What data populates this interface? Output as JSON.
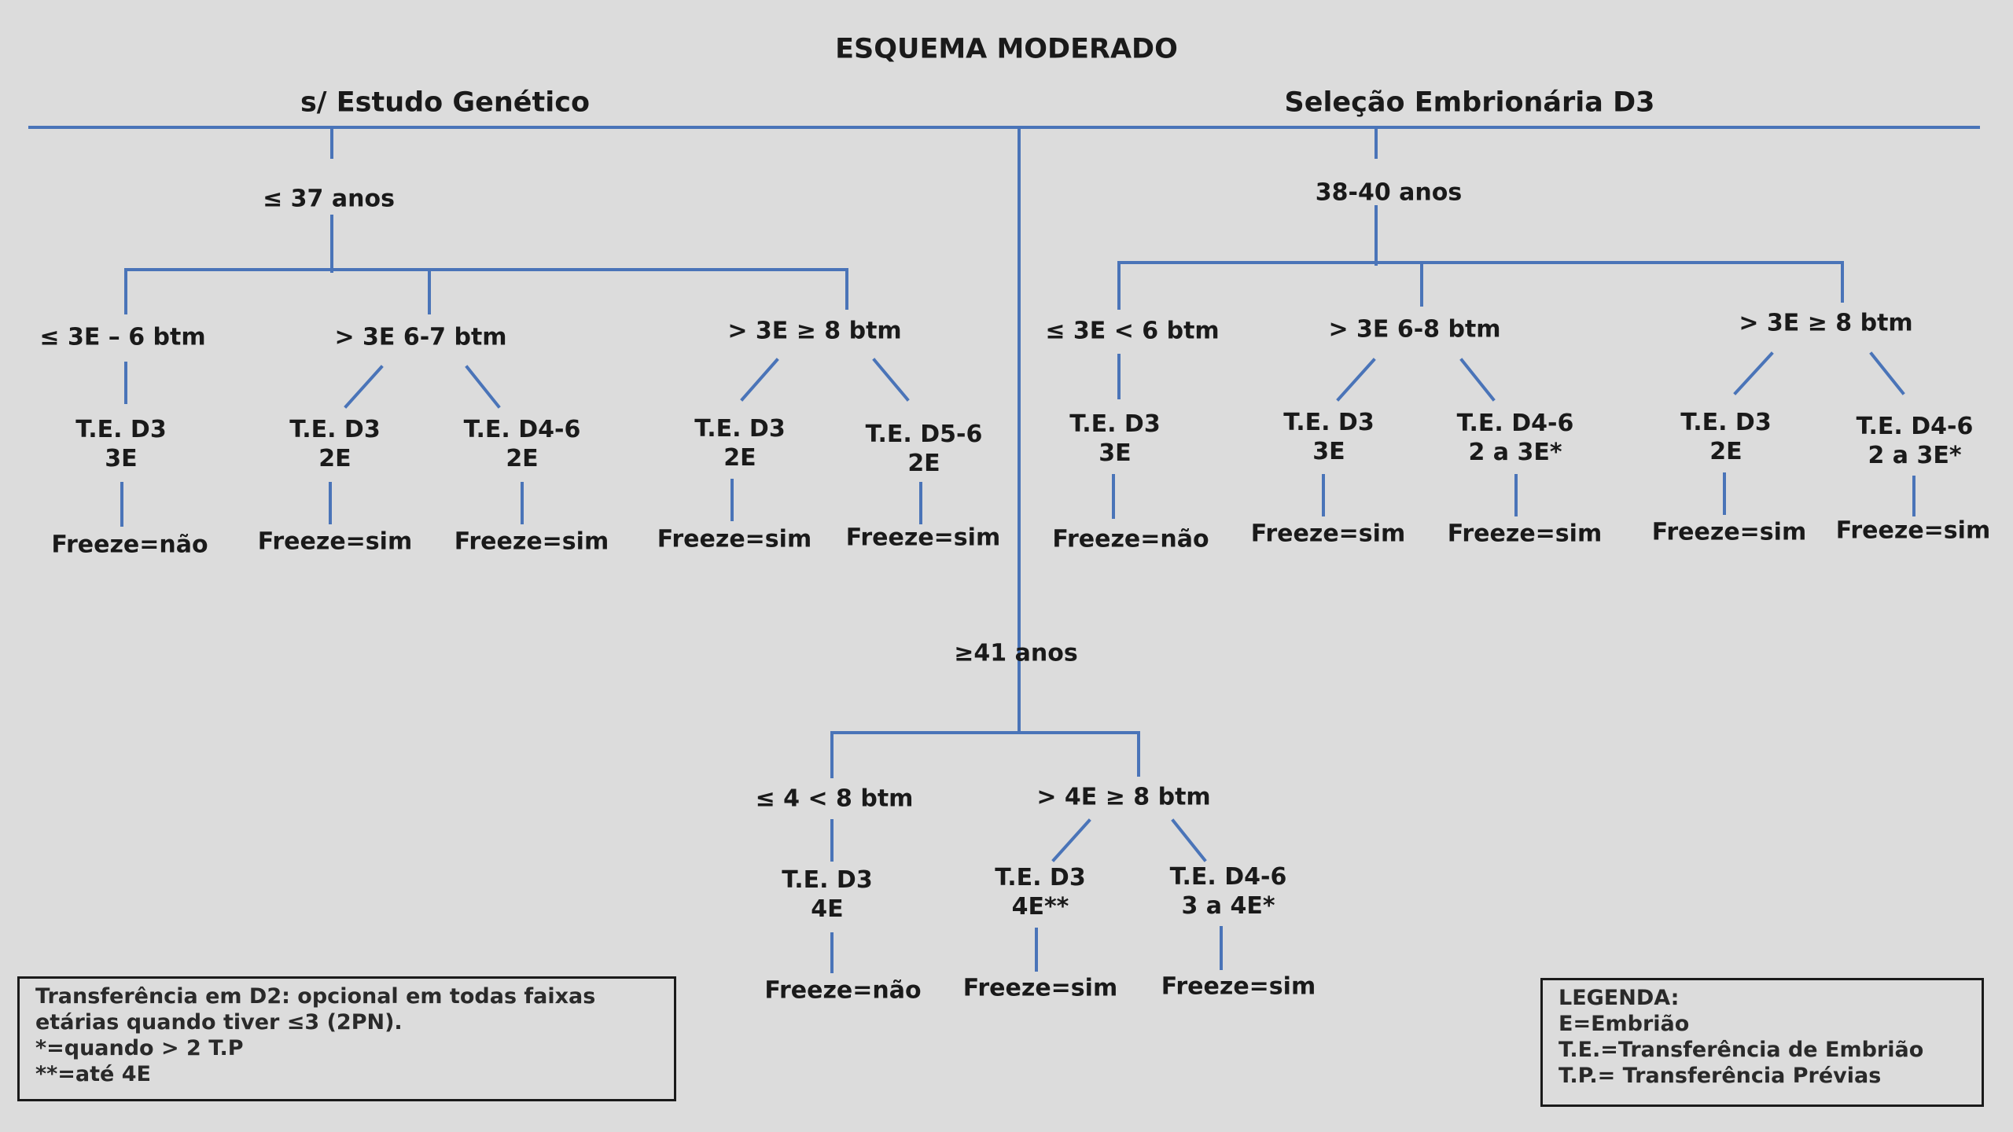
{
  "title": "ESQUEMA MODERADO",
  "line_color": "#4a74b8",
  "branches": {
    "left": "s/ Estudo Genético",
    "right": "Seleção Embrionária D3"
  },
  "age_groups": {
    "le37": "≤ 37 anos",
    "a38_40": "38-40 anos",
    "ge41": "≥41 anos"
  },
  "le37": {
    "n1": {
      "label": "≤ 3E – 6 btm",
      "te": [
        "T.E. D3",
        "3E"
      ],
      "freeze": "Freeze=não"
    },
    "n2": {
      "label": "> 3E 6-7 btm",
      "a": {
        "te": [
          "T.E. D3",
          "2E"
        ],
        "freeze": "Freeze=sim"
      },
      "b": {
        "te": [
          "T.E. D4-6",
          "2E"
        ],
        "freeze": "Freeze=sim"
      }
    },
    "n3": {
      "label": "> 3E ≥ 8 btm",
      "a": {
        "te": [
          "T.E. D3",
          "2E"
        ],
        "freeze": "Freeze=sim"
      },
      "b": {
        "te": [
          "T.E. D5-6",
          "2E"
        ],
        "freeze": "Freeze=sim"
      }
    }
  },
  "a38_40": {
    "n1": {
      "label": "≤ 3E  < 6 btm",
      "te": [
        "T.E. D3",
        "3E"
      ],
      "freeze": "Freeze=não"
    },
    "n2": {
      "label": "> 3E 6-8 btm",
      "a": {
        "te": [
          "T.E. D3",
          "3E"
        ],
        "freeze": "Freeze=sim"
      },
      "b": {
        "te": [
          "T.E. D4-6",
          "2 a 3E*"
        ],
        "freeze": "Freeze=sim"
      }
    },
    "n3": {
      "label": "> 3E ≥ 8 btm",
      "a": {
        "te": [
          "T.E. D3",
          "2E"
        ],
        "freeze": "Freeze=sim"
      },
      "b": {
        "te": [
          "T.E. D4-6",
          "2 a 3E*"
        ],
        "freeze": "Freeze=sim"
      }
    }
  },
  "ge41": {
    "n1": {
      "label": "≤ 4 < 8 btm",
      "te": [
        "T.E. D3",
        "4E"
      ],
      "freeze": "Freeze=não"
    },
    "n2": {
      "label": "> 4E ≥ 8 btm",
      "a": {
        "te": [
          "T.E. D3",
          "4E**"
        ],
        "freeze": "Freeze=sim"
      },
      "b": {
        "te": [
          "T.E. D4-6",
          "3 a 4E*"
        ],
        "freeze": "Freeze=sim"
      }
    }
  },
  "notes": [
    "Transferência em D2: opcional em todas faixas",
    "etárias quando tiver ≤3 (2PN).",
    "*=quando > 2 T.P",
    "**=até 4E"
  ],
  "legend": [
    "LEGENDA:",
    "E=Embrião",
    "T.E.=Transferência de Embrião",
    "T.P.= Transferência Prévias"
  ]
}
